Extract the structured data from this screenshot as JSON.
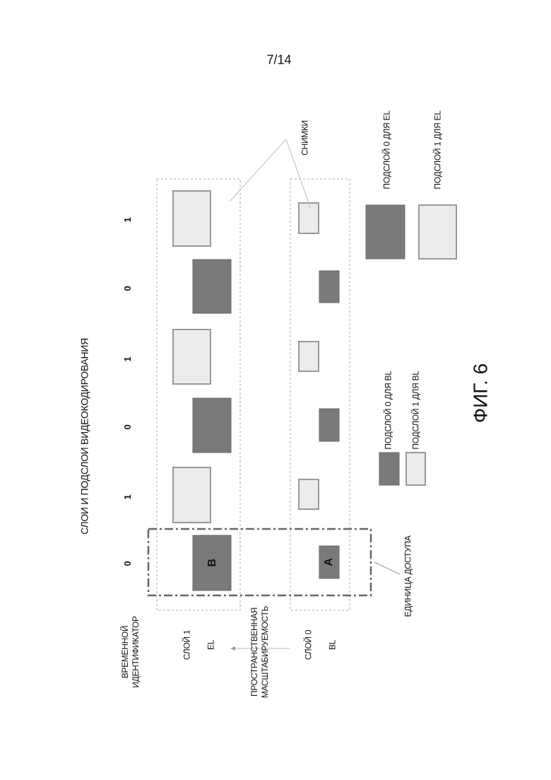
{
  "page_number": "7/14",
  "title": "СЛОИ И ПОДСЛОИ ВИДЕОКОДИРОВАНИЯ",
  "temporal_id_label": [
    "ВРЕМЕННОЙ",
    "ИДЕНТИФИКАТОР"
  ],
  "temporal_ids": [
    "0",
    "1",
    "0",
    "1",
    "0",
    "1"
  ],
  "layer1": {
    "name": "СЛОЙ 1",
    "abbr": "EL"
  },
  "layer0": {
    "name": "СЛОЙ 0",
    "abbr": "BL"
  },
  "spatial_label": [
    "ПРОСТРАНСТВЕННАЯ",
    "МАСШТАБИРУЕМОСТЬ"
  ],
  "picture_labels": {
    "el_first": "B",
    "bl_first": "A"
  },
  "access_unit_label": "ЕДИНИЦА ДОСТУПА",
  "pictures_label": "СНИМКИ",
  "legend": {
    "bl_sub0": "ПОДСЛОЙ 0 ДЛЯ BL",
    "bl_sub1": "ПОДСЛОЙ 1 ДЛЯ BL",
    "el_sub0": "ПОДСЛОЙ 0 ДЛЯ EL",
    "el_sub1": "ПОДСЛОЙ 1 ДЛЯ EL"
  },
  "colors": {
    "sublayer0": "#7a7a7a",
    "sublayer1": "#ececec",
    "border": "#999999"
  },
  "figure_caption": "ФИГ. 6"
}
